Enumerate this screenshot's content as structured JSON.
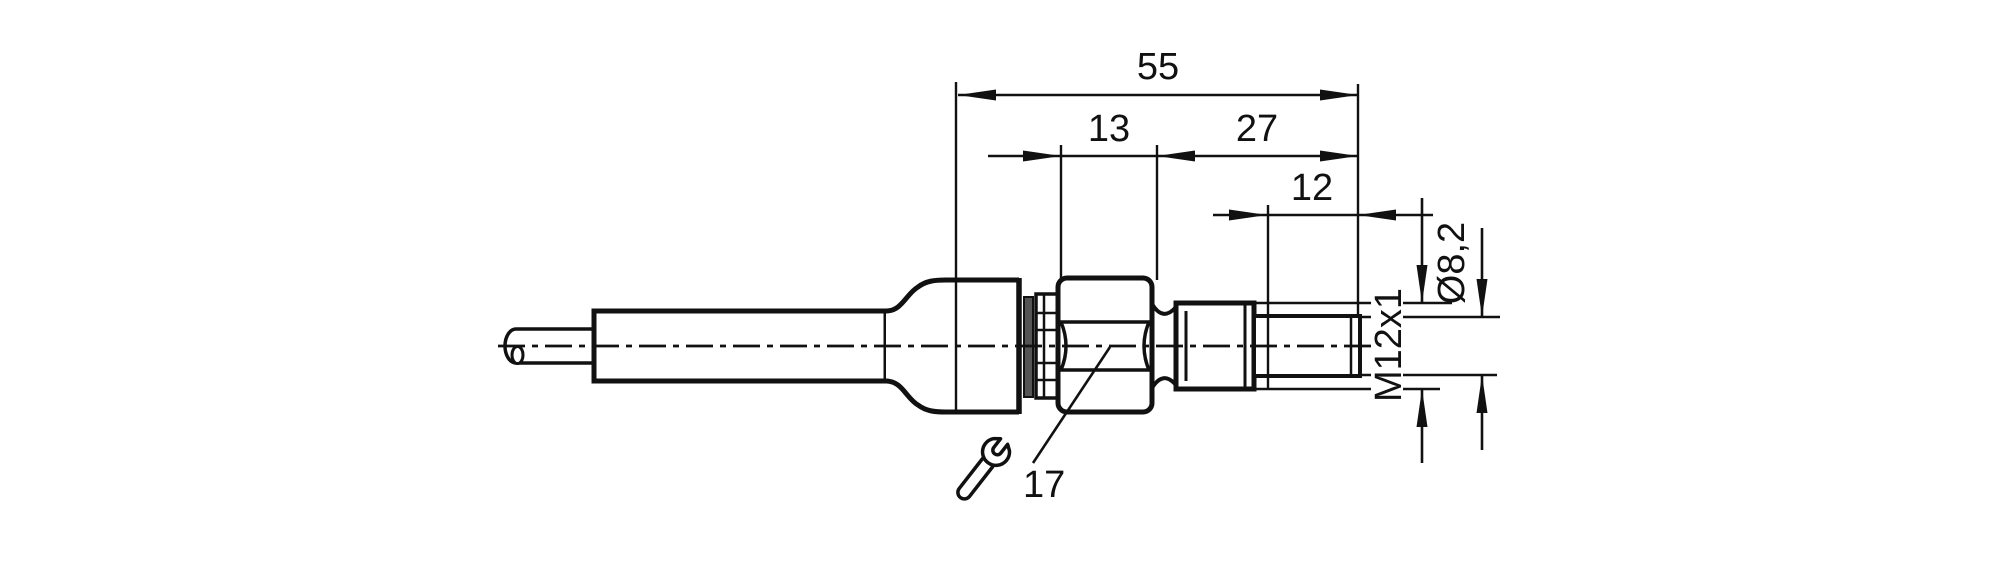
{
  "page": {
    "background": "#ffffff"
  },
  "drawing": {
    "type": "technical-dimension-drawing",
    "line_color": "#111111",
    "gasket_fill": "#555555",
    "labels": {
      "overall_length": "55",
      "hex_length": "13",
      "front_length": "27",
      "tip_length": "12",
      "thread": "M12x1",
      "tip_diameter": "Ø8,2",
      "wrench_size": "17"
    },
    "icons": {
      "wrench": "open-end-wrench-icon"
    }
  }
}
